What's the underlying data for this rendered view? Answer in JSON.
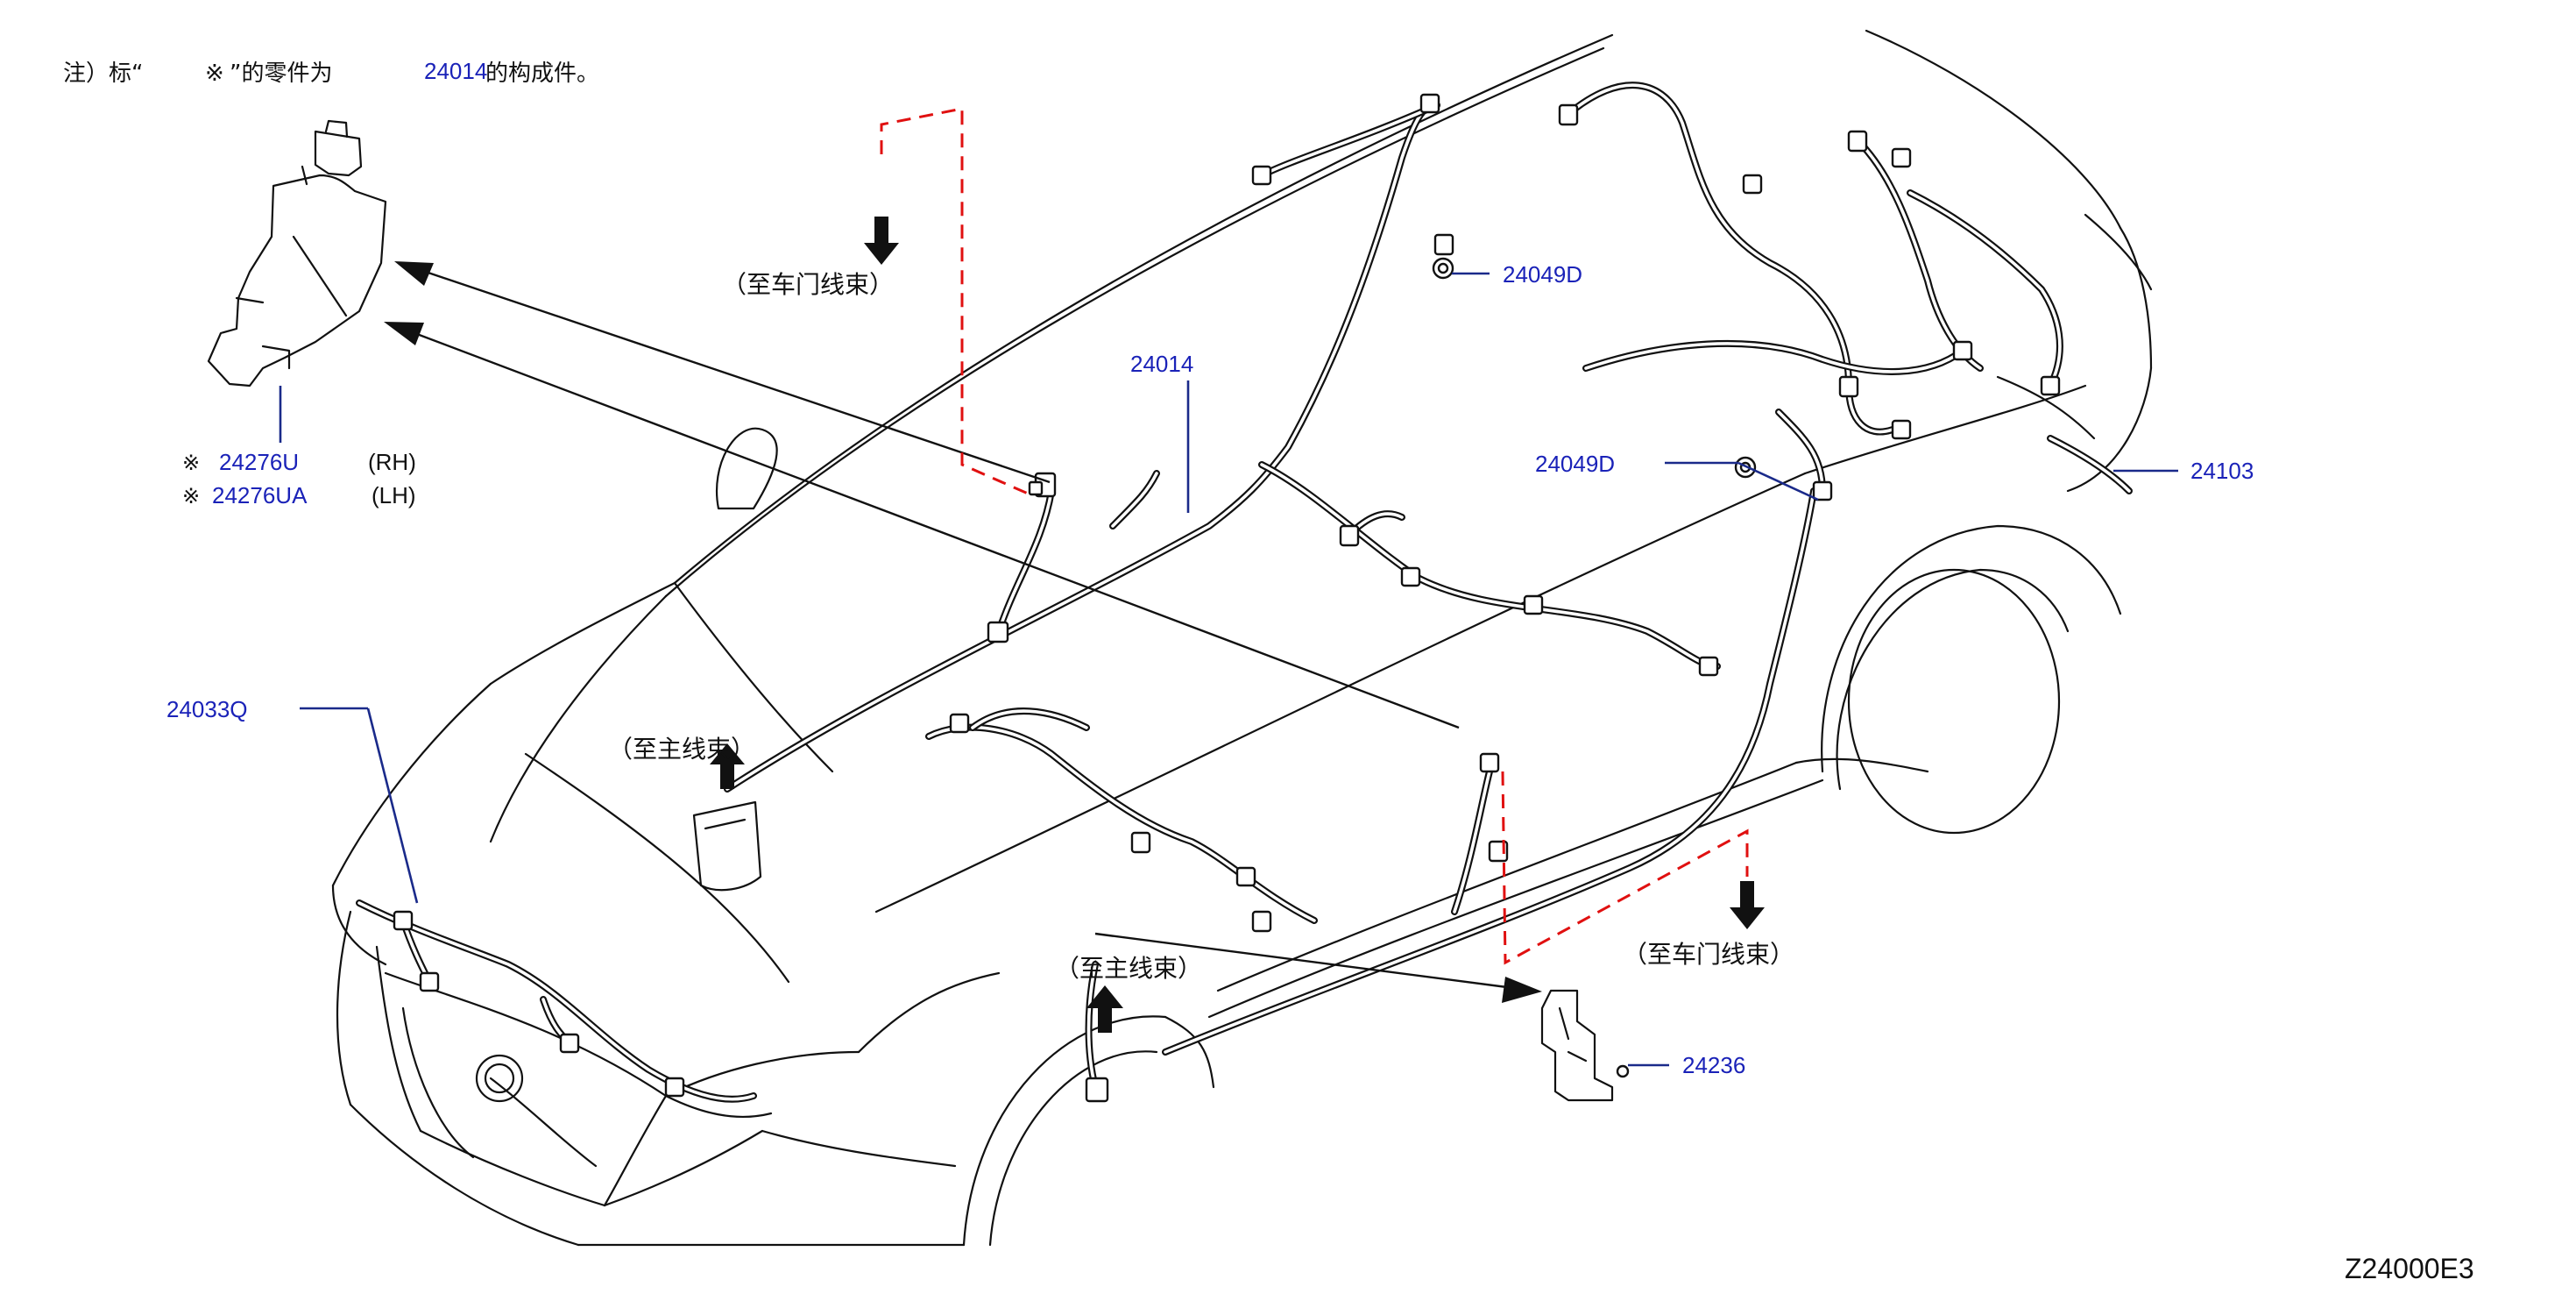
{
  "note": {
    "prefix": "注）标“",
    "mark": "※",
    "middle": "”的零件为",
    "part": "24014",
    "suffix": "的构成件。"
  },
  "callouts": {
    "p24049d_upper": "24049D",
    "p24049d_lower": "24049D",
    "p24014": "24014",
    "p24103": "24103",
    "p24033q": "24033Q",
    "p24236": "24236",
    "p24276u": "24276U",
    "p24276ua": "24276UA",
    "rh": "(RH)",
    "lh": "(LH)",
    "mark_rh": "※",
    "mark_lh": "※"
  },
  "routes": {
    "to_door_upper": "（至车门线束）",
    "to_door_right": "（至车门线束）",
    "to_main_center": "（至主线束）",
    "to_main_lower": "（至主线束）"
  },
  "figure_code": "Z24000E3",
  "colors": {
    "part_number": "#1a22b8",
    "dashed_route": "#e01010",
    "outline": "#111111"
  }
}
